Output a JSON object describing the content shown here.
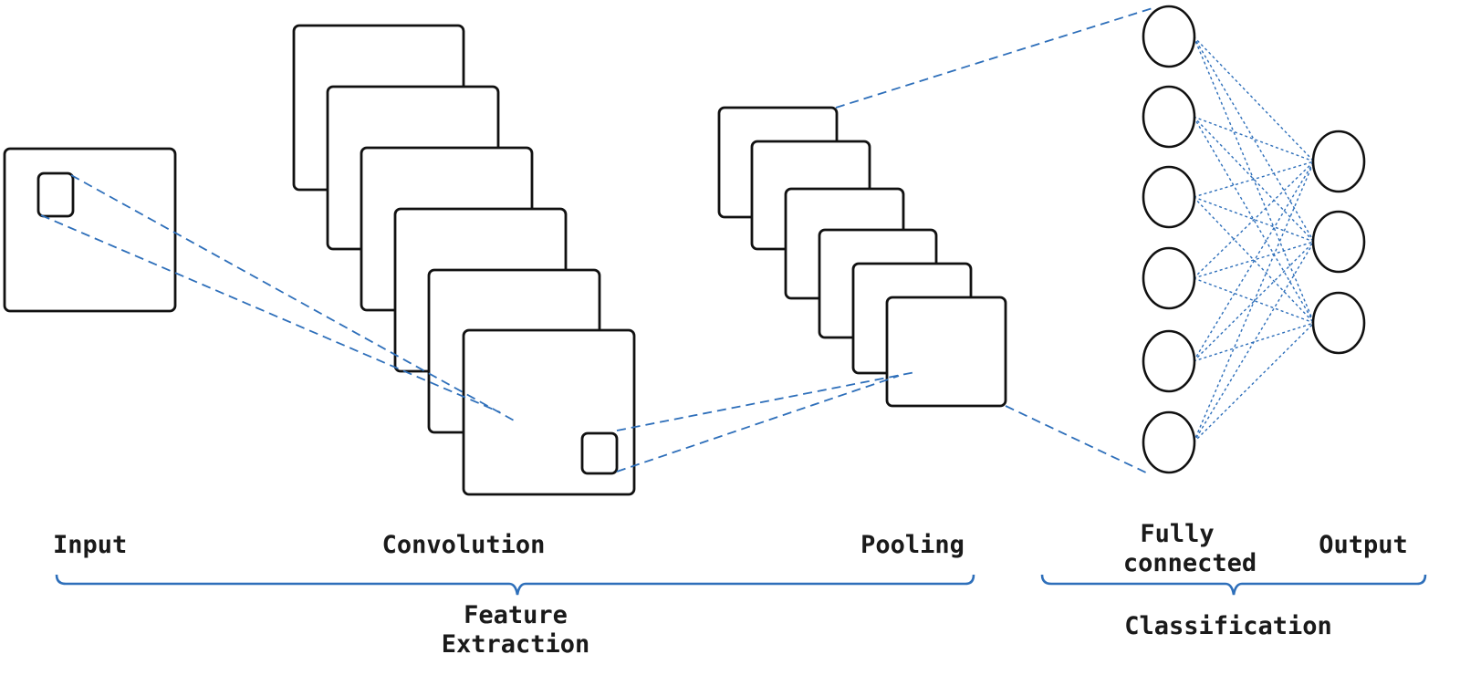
{
  "labels": {
    "input": "Input",
    "convolution": "Convolution",
    "pooling": "Pooling",
    "fully_connected_line1": "Fully",
    "fully_connected_line2": "connected",
    "output": "Output",
    "feature_extraction_line1": "Feature",
    "feature_extraction_line2": "Extraction",
    "classification": "Classification"
  },
  "stages": {
    "convolution_feature_maps": 6,
    "pooling_feature_maps": 6,
    "fully_connected_nodes": 6,
    "output_nodes": 3
  },
  "colors": {
    "connection_lines": "#2e6fba",
    "braces": "#2e6fba",
    "outlines": "#111111"
  }
}
